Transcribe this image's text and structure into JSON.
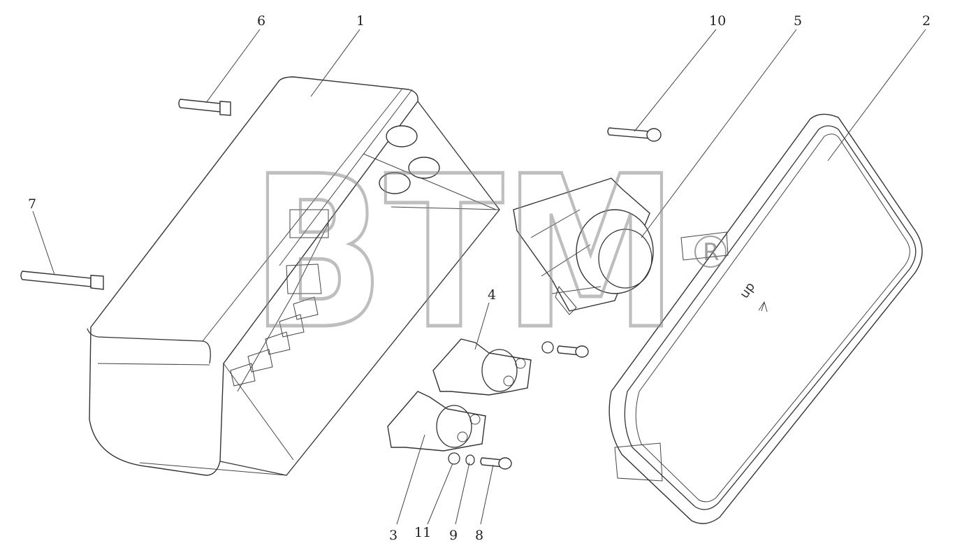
{
  "diagram": {
    "callouts": {
      "c1": "1",
      "c2": "2",
      "c3": "3",
      "c4": "4",
      "c5": "5",
      "c6": "6",
      "c7": "7",
      "c8": "8",
      "c9": "9",
      "c10": "10",
      "c11": "11"
    },
    "cover_marking": "up",
    "watermark": {
      "text": "BTM",
      "mark": "R"
    }
  },
  "colors": {
    "line": "#333333",
    "watermark": "#8a8a8a",
    "background": "#ffffff"
  }
}
